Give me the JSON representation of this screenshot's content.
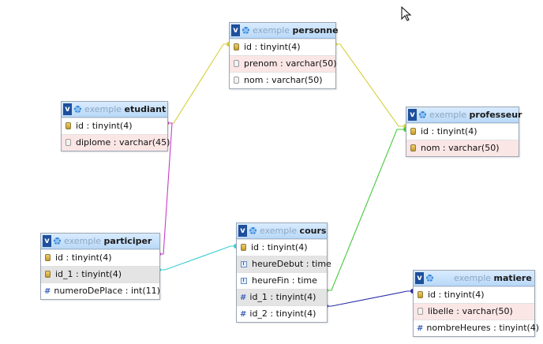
{
  "tables": [
    {
      "id": "personne",
      "db": "exemple",
      "name": "personne",
      "columns": [
        {
          "text": "id : tinyint(4)",
          "icon": "key-icon",
          "bg": "white"
        },
        {
          "text": "prenom : varchar(50)",
          "icon": "text-field-icon",
          "bg": "pink"
        },
        {
          "text": "nom : varchar(50)",
          "icon": "text-field-icon",
          "bg": "white"
        }
      ]
    },
    {
      "id": "etudiant",
      "db": "exemple",
      "name": "etudiant",
      "columns": [
        {
          "text": "id : tinyint(4)",
          "icon": "key-icon",
          "bg": "white"
        },
        {
          "text": "diplome : varchar(45)",
          "icon": "text-field-icon",
          "bg": "pink"
        }
      ]
    },
    {
      "id": "professeur",
      "db": "exemple",
      "name": "professeur",
      "columns": [
        {
          "text": "id : tinyint(4)",
          "icon": "key-icon",
          "bg": "white"
        },
        {
          "text": "nom : varchar(50)",
          "icon": "key-icon",
          "bg": "pink"
        }
      ]
    },
    {
      "id": "participer",
      "db": "exemple",
      "name": "participer",
      "columns": [
        {
          "text": "id : tinyint(4)",
          "icon": "key-icon",
          "bg": "white"
        },
        {
          "text": "id_1 : tinyint(4)",
          "icon": "key-icon",
          "bg": "grey"
        },
        {
          "text": "numeroDePlace : int(11)",
          "icon": "number-icon",
          "bg": "white"
        }
      ]
    },
    {
      "id": "cours",
      "db": "exemple",
      "name": "cours",
      "columns": [
        {
          "text": "id : tinyint(4)",
          "icon": "key-icon",
          "bg": "white"
        },
        {
          "text": "heureDebut : time",
          "icon": "time-icon",
          "bg": "grey"
        },
        {
          "text": "heureFin : time",
          "icon": "time-icon",
          "bg": "white"
        },
        {
          "text": "id_1 : tinyint(4)",
          "icon": "number-icon",
          "bg": "grey"
        },
        {
          "text": "id_2 : tinyint(4)",
          "icon": "number-icon",
          "bg": "white"
        }
      ]
    },
    {
      "id": "matiere",
      "db": "exemple",
      "name": "matiere",
      "columns": [
        {
          "text": "id : tinyint(4)",
          "icon": "key-icon",
          "bg": "white"
        },
        {
          "text": "libelle : varchar(50)",
          "icon": "text-field-icon",
          "bg": "pink"
        },
        {
          "text": "nombreHeures : tinyint(4)",
          "icon": "number-icon",
          "bg": "white"
        }
      ]
    }
  ],
  "header_badge": "v",
  "relations": [
    {
      "from": "etudiant.id",
      "to": "personne.id",
      "color": "#d7cf3a"
    },
    {
      "from": "professeur.id",
      "to": "personne.id",
      "color": "#d7cf3a"
    },
    {
      "from": "participer.id",
      "to": "etudiant.id",
      "color": "#c63cc8"
    },
    {
      "from": "participer.id_1",
      "to": "cours.id",
      "color": "#39cdd1"
    },
    {
      "from": "cours.id_1",
      "to": "professeur.id",
      "color": "#46c83c"
    },
    {
      "from": "cours.id_2",
      "to": "matiere.id",
      "color": "#2a2aa8"
    }
  ],
  "colors": {
    "header_bg": "#c7e1fa",
    "pink_row": "#fbe6e6",
    "grey_row": "#e4e4e4",
    "badge": "#1e4f9c"
  }
}
